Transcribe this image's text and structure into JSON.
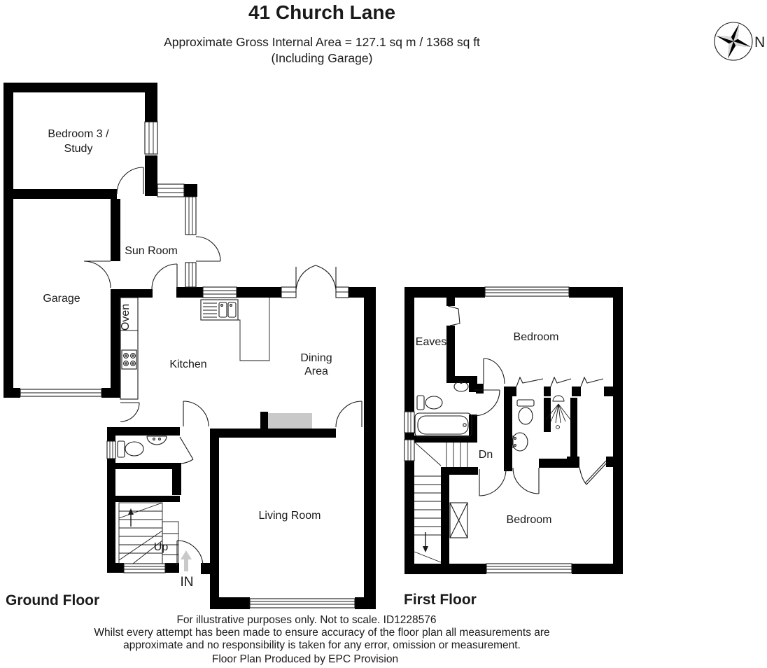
{
  "header": {
    "title": "41 Church Lane",
    "subtitle_line1": "Approximate Gross Internal Area = 127.1 sq m / 1368 sq ft",
    "subtitle_line2": "(Including Garage)",
    "compass_label": "N"
  },
  "ground_floor": {
    "label": "Ground Floor",
    "rooms": {
      "bedroom3_line1": "Bedroom 3 /",
      "bedroom3_line2": "Study",
      "garage": "Garage",
      "sun_room": "Sun Room",
      "oven": "Oven",
      "kitchen": "Kitchen",
      "dining_line1": "Dining",
      "dining_line2": "Area",
      "living_room": "Living Room",
      "stairs_up": "Up",
      "entrance": "IN"
    }
  },
  "first_floor": {
    "label": "First Floor",
    "rooms": {
      "eaves": "Eaves",
      "bedroom_front": "Bedroom",
      "stairs_down": "Dn",
      "bedroom_back": "Bedroom"
    }
  },
  "footer": {
    "line1": "For illustrative purposes only. Not to scale. ID1228576",
    "line2": "Whilst every attempt has been made to ensure accuracy of the floor plan all measurements are",
    "line3": "approximate and no responsibility is taken for any error, omission or measurement.",
    "line4": "Floor Plan Produced by EPC Provision"
  },
  "colors": {
    "wall": "#000000",
    "hearth": "#c9c9c9",
    "entrance_arrow": "#c9c9c9"
  }
}
